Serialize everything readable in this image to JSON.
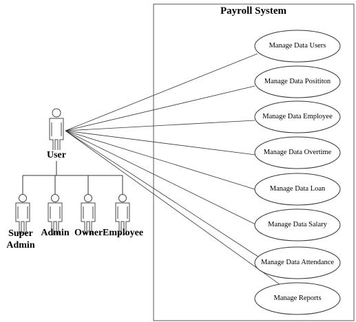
{
  "system": {
    "title": "Payroll System"
  },
  "actors": {
    "parent": "User",
    "children": [
      "Super Admin",
      "Admin",
      "Owner",
      "Employee"
    ]
  },
  "use_cases": [
    "Manage Data Users",
    "Manage Data Posititon",
    "Manage Data Employee",
    "Manage Data Overtime",
    "Manage Data Loan",
    "Manage Data Salary",
    "Manage Data Attendance",
    "Manage Reports"
  ]
}
